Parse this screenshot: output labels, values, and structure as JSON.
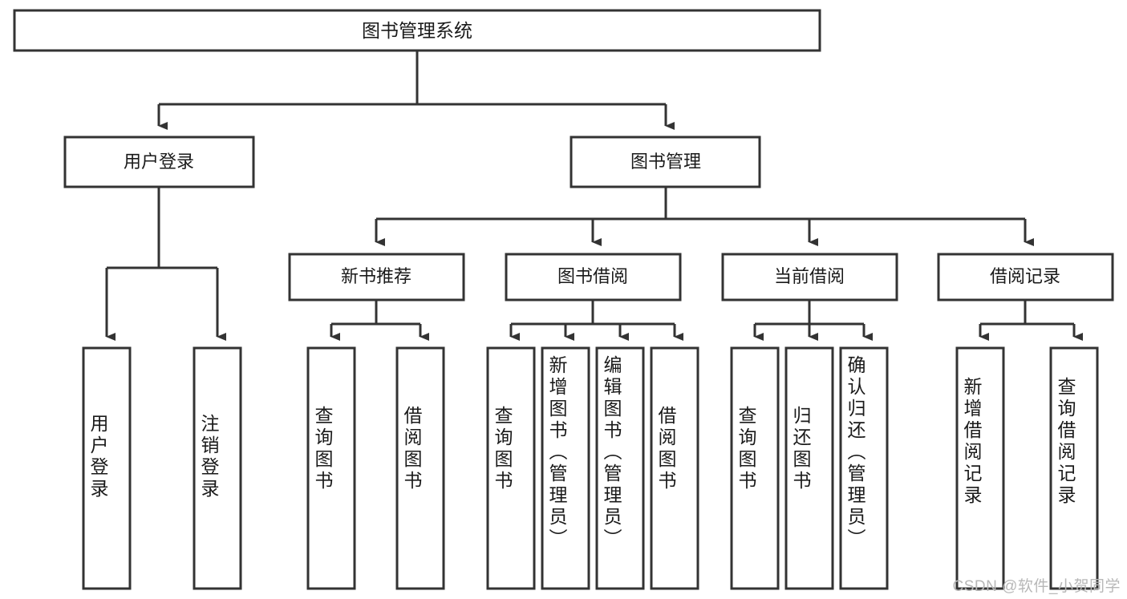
{
  "diagram": {
    "type": "hierarchy-tree",
    "title": "图书管理系统",
    "watermark": "CSDN @软件_小贺同学",
    "colors": {
      "box_stroke": "#333333",
      "box_fill": "#ffffff",
      "text": "#1a1a1a",
      "connector": "#333333",
      "watermark": "#b8b8b8",
      "background": "#ffffff"
    },
    "root": {
      "label": "图书管理系统"
    },
    "level2": [
      {
        "label": "用户登录"
      },
      {
        "label": "图书管理"
      }
    ],
    "level3": [
      {
        "label": "新书推荐"
      },
      {
        "label": "图书借阅"
      },
      {
        "label": "当前借阅"
      },
      {
        "label": "借阅记录"
      }
    ],
    "leaves": {
      "user_login": [
        {
          "label": "用户登录"
        },
        {
          "label": "注销登录"
        }
      ],
      "new_book_recommend": [
        {
          "label": "查询图书"
        },
        {
          "label": "借阅图书"
        }
      ],
      "book_borrow": [
        {
          "label": "查询图书"
        },
        {
          "label": "新增图书（管理员）"
        },
        {
          "label": "编辑图书（管理员）"
        },
        {
          "label": "借阅图书"
        }
      ],
      "current_borrow": [
        {
          "label": "查询图书"
        },
        {
          "label": "归还图书"
        },
        {
          "label": "确认归还（管理员）"
        }
      ],
      "borrow_record": [
        {
          "label": "新增借阅记录"
        },
        {
          "label": "查询借阅记录"
        }
      ]
    }
  }
}
